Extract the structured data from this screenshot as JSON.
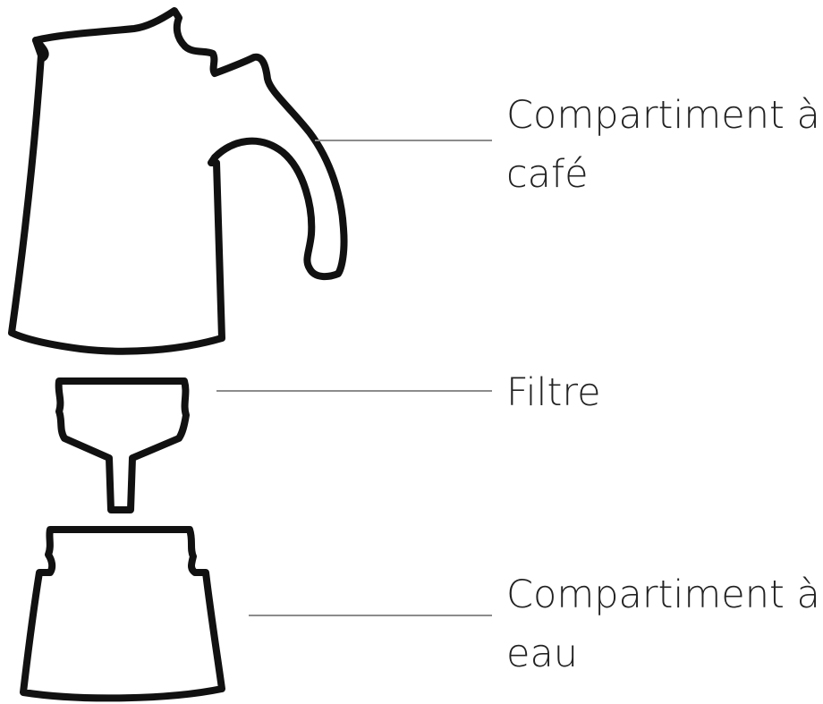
{
  "labels": {
    "coffee_compartment": {
      "line1": "Compartiment à",
      "line2": "café"
    },
    "filter": "Filtre",
    "water_compartment": {
      "line1": "Compartiment à",
      "line2": "eau"
    }
  },
  "colors": {
    "outline": "#111111",
    "leader_line": "#8c8c8c",
    "text": "#222222",
    "background": "#ffffff"
  }
}
